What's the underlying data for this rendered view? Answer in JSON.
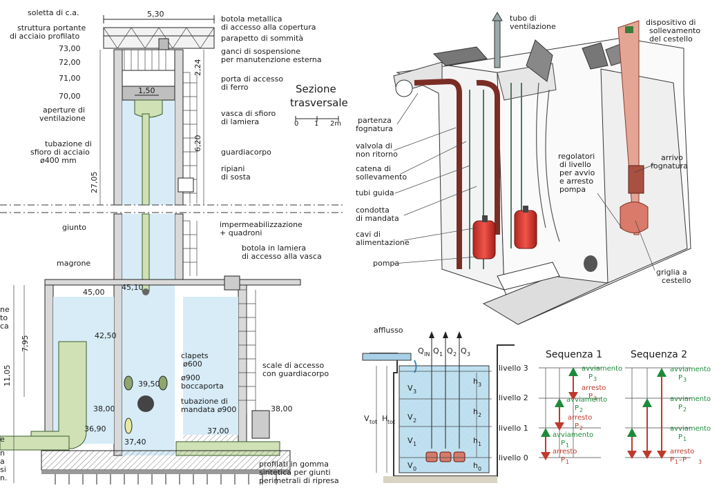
{
  "section": {
    "title": [
      "Sezione",
      "trasversale"
    ],
    "scale": [
      "0",
      "1",
      "2m"
    ],
    "dims": {
      "width": "5,30",
      "top": "2,24",
      "mid": "6,20",
      "total": "27,05",
      "lower1": "7,95",
      "lower2": "11,05",
      "inner": "1,50"
    },
    "labels": [
      [
        "soletta di c.a."
      ],
      [
        "struttura portante",
        "di acciaio profilato"
      ],
      [
        "botola metallica",
        "di accesso alla copertura"
      ],
      [
        "parapetto di sommità"
      ],
      [
        "ganci di sospensione",
        "per manutenzione esterna"
      ],
      [
        "porta di accesso",
        "di ferro"
      ],
      [
        "aperture di",
        "ventilazione"
      ],
      [
        "vasca di sfioro",
        "di lamiera"
      ],
      [
        "tubazione di",
        "sfioro di acciaio",
        "ø400 mm"
      ],
      [
        "guardiacorpo"
      ],
      [
        "ripiani",
        "di sosta"
      ],
      [
        "giunto"
      ],
      [
        "impermeabilizzazione",
        "+ quadroni"
      ],
      [
        "magrone"
      ],
      [
        "botola in lamiera",
        "di accesso alla vasca"
      ],
      [
        "clapets",
        "ø600"
      ],
      [
        "ø900",
        "boccaporta"
      ],
      [
        "tubazione di",
        "mandata ø900"
      ],
      [
        "scale di accesso",
        "con guardiacorpo"
      ],
      [
        "profilati in gomma",
        "sintetica per giunti",
        "perimetrali di ripresa"
      ]
    ],
    "levels": [
      "73,00",
      "72,00",
      "71,00",
      "70,00",
      "45,00",
      "45,10",
      "42,50",
      "39,50",
      "38,00",
      "38,00",
      "36,90",
      "37,40",
      "37,00"
    ],
    "left_fragments": [
      "ne",
      "to",
      "ca",
      "e",
      "n",
      "a",
      "si",
      "n."
    ]
  },
  "pump": {
    "labels": [
      [
        "tubo di",
        "ventilazione"
      ],
      [
        "dispositivo di",
        "sollevamento",
        "del cestello"
      ],
      [
        "partenza",
        "fognatura"
      ],
      [
        "valvola di",
        "non ritorno"
      ],
      [
        "catena di",
        "sollevamento"
      ],
      [
        "tubi guida"
      ],
      [
        "condotta",
        "di mandata"
      ],
      [
        "cavi di",
        "alimentazione"
      ],
      [
        "pompa"
      ],
      [
        "regolatori",
        "di livello",
        "per avvio",
        "e arresto",
        "pompa"
      ],
      [
        "arrivo",
        "fognatura"
      ],
      [
        "griglia a",
        "cestello"
      ]
    ]
  },
  "sequence": {
    "inflow": "afflusso",
    "flows": [
      "Q",
      "IN",
      "Q",
      "1",
      "Q",
      "2",
      "Q",
      "3"
    ],
    "volumes": [
      "V",
      "3",
      "V",
      "2",
      "V",
      "1",
      "V",
      "0",
      "V",
      "tot",
      "H",
      "tot"
    ],
    "heights": [
      "h",
      "3",
      "h",
      "2",
      "h",
      "1",
      "h",
      "0"
    ],
    "levels": [
      "livello 3",
      "livello 2",
      "livello 1",
      "livello 0"
    ],
    "seq1": {
      "title": "Sequenza 1",
      "items": [
        [
          "avviamento",
          "P",
          "3"
        ],
        [
          "arresto",
          "P",
          "3"
        ],
        [
          "avviamento",
          "P",
          "2"
        ],
        [
          "arresto",
          "P",
          "2"
        ],
        [
          "avviamento",
          "P",
          "1"
        ],
        [
          "arresto",
          "P",
          "1"
        ]
      ]
    },
    "seq2": {
      "title": "Sequenza 2",
      "items": [
        [
          "avviamento",
          "P",
          "3"
        ],
        [
          "avviamento",
          "P",
          "2"
        ],
        [
          "avviamento",
          "P",
          "1"
        ],
        [
          "arresto",
          "P",
          "1",
          " –P",
          "3"
        ]
      ]
    }
  }
}
